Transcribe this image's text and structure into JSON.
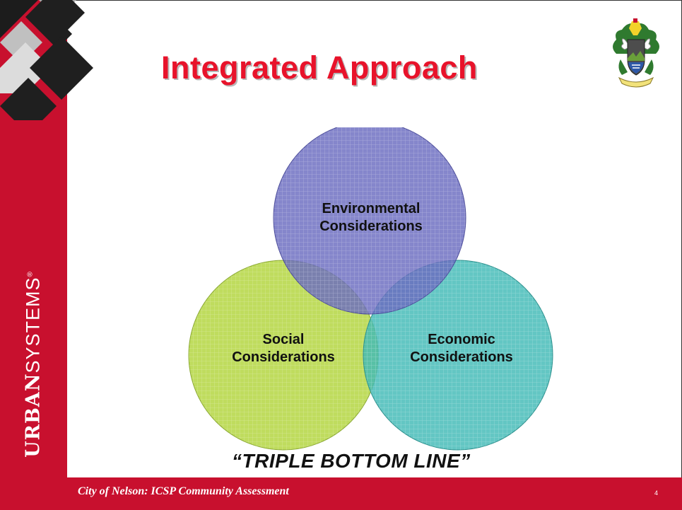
{
  "slide": {
    "title": "Integrated Approach",
    "tagline": "“TRIPLE BOTTOM LINE”",
    "footer_text": "City of Nelson: ICSP Community Assessment",
    "page_number": "4"
  },
  "branding": {
    "logo_bold": "URBAN",
    "logo_light": "SYSTEMS",
    "registered_mark": "®",
    "accent_color": "#c8102e"
  },
  "diagram": {
    "type": "venn",
    "circles": [
      {
        "line1": "Environmental",
        "line2": "Considerations",
        "color": "#6a6bbf"
      },
      {
        "line1": "Social",
        "line2": "Considerations",
        "color": "#b8d84c"
      },
      {
        "line1": "Economic",
        "line2": "Considerations",
        "color": "#41b9b6"
      }
    ]
  },
  "crest": {
    "icon": "city-crest-icon"
  }
}
